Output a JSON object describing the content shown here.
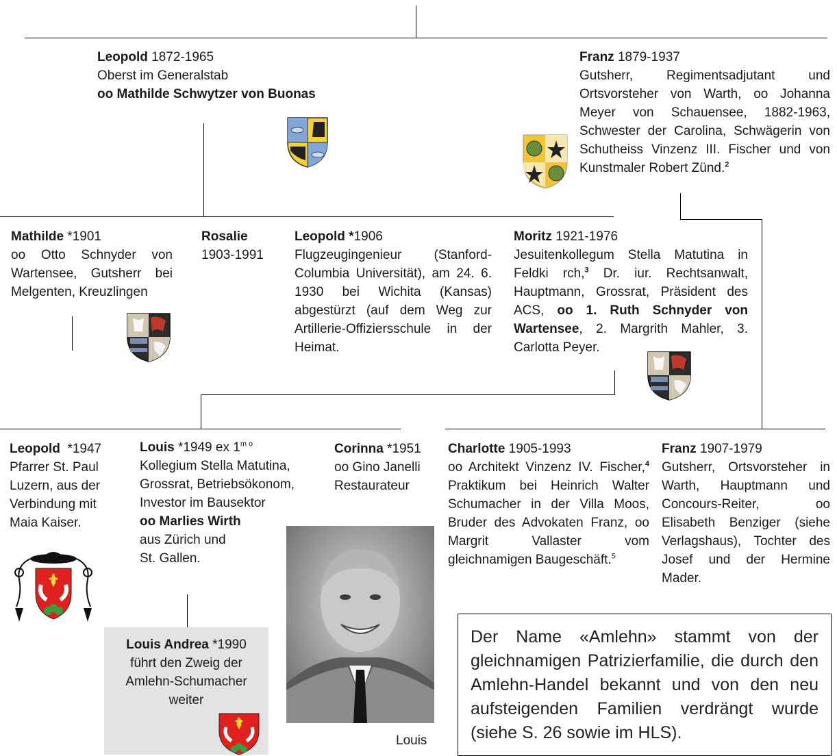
{
  "leopold_1872": {
    "name": "Leopold",
    "years": " 1872-1965",
    "line2": "Oberst im Generalstab",
    "marriage": "oo Mathilde Schwytzer von Buonas"
  },
  "franz_1879": {
    "name": "Franz",
    "years": " 1879-1937",
    "text": "Gutsherr, Regimentsadjutant und Ortsvorsteher von Warth, oo Johanna Meyer von Schauensee, 1882-1963, Schwester der Carolina, Schwägerin von Schutheiss Vinzenz III. Fischer und von Kunstmaler Robert Zünd.",
    "footnote": "2"
  },
  "mathilde": {
    "name": "Mathilde",
    "years": " *1901",
    "text": "oo Otto Schnyder von Wartensee, Gutsherr bei Melgenten, Kreuzlingen"
  },
  "rosalie": {
    "name": "Rosalie",
    "years": "1903-1991"
  },
  "leopold_1906": {
    "name": "Leopold *",
    "years": "1906",
    "text": "Flugzeugingenieur (Stanford-Columbia Universität), am 24. 6. 1930 bei Wichita (Kansas) abgestürzt (auf dem Weg zur Artillerie-Offiziersschule in der Heimat."
  },
  "moritz": {
    "name": "Moritz",
    "years": " 1921-1976",
    "text_a": "Jesuitenkollegum Stella Matutina in Feldki rch,",
    "footnote": "3",
    "text_b": " Dr. iur. Rechtsanwalt, Hauptmann, Grossrat, Präsident des ACS, ",
    "marriage_bold": "oo 1. Ruth Schnyder von Wartensee",
    "text_c": ", 2. Margrith Mahler, 3. Carlotta Peyer."
  },
  "leopold_1947": {
    "name": "Leopold",
    "years": "  *1947",
    "text": "Pfarrer St. Paul Luzern, aus der Verbindung mit Maia Kaiser."
  },
  "louis": {
    "name": "Louis",
    "years": " *1949 ex 1",
    "sup": "m o",
    "text": "Kollegium Stella Matutina, Grossrat, Betriebsökonom, Investor im Bausektor",
    "marriage": "oo Marlies Wirth",
    "line_a": "aus Zürich und",
    "line_b": "St. Gallen."
  },
  "corinna": {
    "name": "Corinna",
    "years": " *1951",
    "line1": "oo Gino Janelli",
    "line2": "Restaurateur"
  },
  "charlotte": {
    "name": "Charlotte",
    "years": " 1905-1993",
    "text_a": "oo Architekt Vinzenz IV. Fischer,",
    "footnote_a": "4",
    "text_b": " Praktikum bei Heinrich Walter Schumacher in der Villa Moos, Bruder des Advokaten Franz, oo Margrit Vallaster vom gleichnamigen Baugeschäft.",
    "footnote_b": "5"
  },
  "franz_1907": {
    "name": "Franz",
    "years": " 1907-1979",
    "text": "Gutsherr, Ortsvorsteher in Warth, Hauptmann und Concours-Reiter, oo Elisabeth Benziger (siehe Verlagshaus), Tochter des Josef und der Hermine Mader."
  },
  "louis_andrea": {
    "name": "Louis Andrea",
    "years": " *1990",
    "line1": "führt den Zweig der",
    "line2": "Amlehn-Schumacher",
    "line3": "weiter"
  },
  "photo": {
    "caption": "Louis"
  },
  "note": {
    "text": "Der Name «Amlehn» stammt von der gleichnamigen Patrizierfamilie, die durch den Amlehn-Handel bekannt und von den neu aufsteigenden Familien verdrängt wurde (siehe S. 26 sowie im HLS)."
  },
  "colors": {
    "line": "#000000",
    "text": "#1a1a1a",
    "gray_box": "#e3e3e3",
    "shield_red": "#e0201e"
  }
}
